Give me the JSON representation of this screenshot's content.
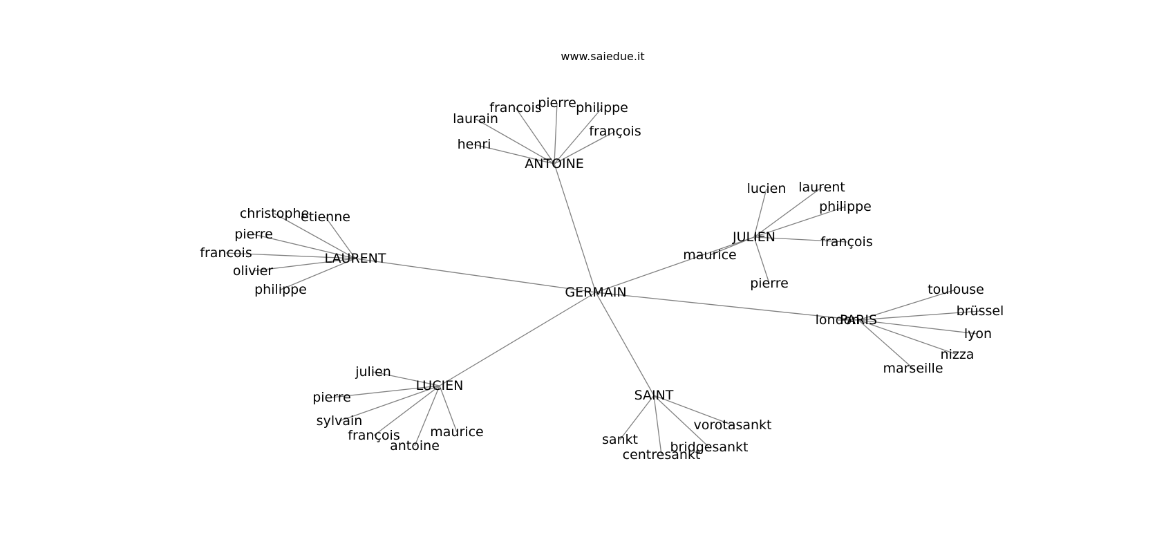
{
  "caption": "www.saiedue.it",
  "colors": {
    "edge": "#808080",
    "text": "#000000",
    "background": "#ffffff"
  },
  "center": {
    "id": "germain",
    "label": "GERMAIN"
  },
  "hubs": [
    {
      "id": "antoine",
      "label": "ANTOINE",
      "leaves": [
        {
          "id": "antoine-laurain",
          "label": "laurain"
        },
        {
          "id": "antoine-francois",
          "label": "francois"
        },
        {
          "id": "antoine-pierre",
          "label": "pierre"
        },
        {
          "id": "antoine-philippe",
          "label": "philippe"
        },
        {
          "id": "antoine-henri",
          "label": "henri"
        },
        {
          "id": "antoine-francois-cedilla",
          "label": "françois"
        }
      ]
    },
    {
      "id": "laurent",
      "label": "LAURENT",
      "leaves": [
        {
          "id": "laurent-christophe",
          "label": "christophe"
        },
        {
          "id": "laurent-etienne",
          "label": "etienne"
        },
        {
          "id": "laurent-pierre",
          "label": "pierre"
        },
        {
          "id": "laurent-francois",
          "label": "francois"
        },
        {
          "id": "laurent-olivier",
          "label": "olivier"
        },
        {
          "id": "laurent-philippe",
          "label": "philippe"
        }
      ]
    },
    {
      "id": "julien",
      "label": "JULIEN",
      "leaves": [
        {
          "id": "julien-lucien",
          "label": "lucien"
        },
        {
          "id": "julien-laurent",
          "label": "laurent"
        },
        {
          "id": "julien-philippe",
          "label": "philippe"
        },
        {
          "id": "julien-francois",
          "label": "françois"
        },
        {
          "id": "julien-maurice",
          "label": "maurice"
        },
        {
          "id": "julien-pierre",
          "label": "pierre"
        }
      ]
    },
    {
      "id": "paris",
      "label": "PARIS",
      "leaves": [
        {
          "id": "paris-toulouse",
          "label": "toulouse"
        },
        {
          "id": "paris-brussel",
          "label": "brüssel"
        },
        {
          "id": "paris-lyon",
          "label": "lyon"
        },
        {
          "id": "paris-nizza",
          "label": "nizza"
        },
        {
          "id": "paris-marseille",
          "label": "marseille"
        },
        {
          "id": "paris-london",
          "label": "london"
        }
      ]
    },
    {
      "id": "lucien",
      "label": "LUCIEN",
      "leaves": [
        {
          "id": "lucien-julien",
          "label": "julien"
        },
        {
          "id": "lucien-pierre",
          "label": "pierre"
        },
        {
          "id": "lucien-sylvain",
          "label": "sylvain"
        },
        {
          "id": "lucien-francois",
          "label": "françois"
        },
        {
          "id": "lucien-antoine",
          "label": "antoine"
        },
        {
          "id": "lucien-maurice",
          "label": "maurice"
        }
      ]
    },
    {
      "id": "saint",
      "label": "SAINT",
      "leaves": [
        {
          "id": "saint-vorotasankt",
          "label": "vorotasankt"
        },
        {
          "id": "saint-bridgesankt",
          "label": "bridgesankt"
        },
        {
          "id": "saint-sankt",
          "label": "sankt"
        },
        {
          "id": "saint-centresankt",
          "label": "centresankt"
        }
      ]
    }
  ]
}
